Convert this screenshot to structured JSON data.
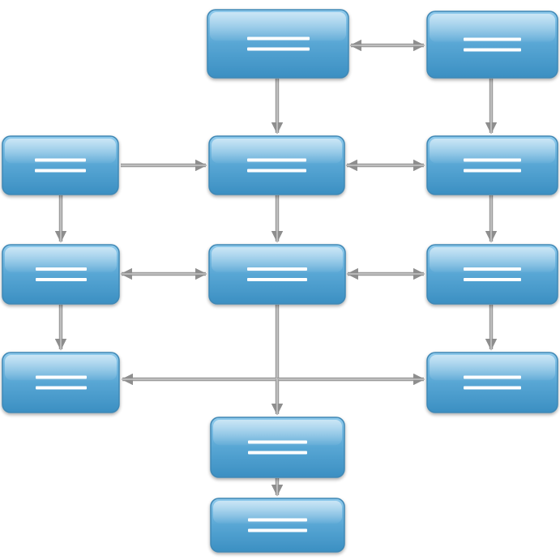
{
  "diagram": {
    "type": "flowchart",
    "colors": {
      "node_top": "#8fcaec",
      "node_mid": "#58a6d4",
      "node_bottom": "#3b8fc2",
      "node_border": "#3f88b5",
      "node_text_lines": "#ffffff",
      "connector": "#9c9c9c",
      "background": "#ffffff"
    },
    "nodes": [
      {
        "id": "n1",
        "placeholder_lines": 2
      },
      {
        "id": "n2",
        "placeholder_lines": 2
      },
      {
        "id": "n3",
        "placeholder_lines": 2
      },
      {
        "id": "n4",
        "placeholder_lines": 2
      },
      {
        "id": "n5",
        "placeholder_lines": 2
      },
      {
        "id": "n6",
        "placeholder_lines": 2
      },
      {
        "id": "n7",
        "placeholder_lines": 2
      },
      {
        "id": "n8",
        "placeholder_lines": 2
      },
      {
        "id": "n9",
        "placeholder_lines": 2
      },
      {
        "id": "n10",
        "placeholder_lines": 2
      },
      {
        "id": "n11",
        "placeholder_lines": 2
      },
      {
        "id": "n12",
        "placeholder_lines": 2
      }
    ],
    "edges": [
      {
        "from": "n1",
        "to": "n2",
        "direction": "both"
      },
      {
        "from": "n1",
        "to": "n4",
        "direction": "forward"
      },
      {
        "from": "n2",
        "to": "n5",
        "direction": "forward"
      },
      {
        "from": "n3",
        "to": "n4",
        "direction": "forward"
      },
      {
        "from": "n4",
        "to": "n5",
        "direction": "both"
      },
      {
        "from": "n3",
        "to": "n6",
        "direction": "forward"
      },
      {
        "from": "n4",
        "to": "n7",
        "direction": "forward"
      },
      {
        "from": "n5",
        "to": "n8",
        "direction": "forward"
      },
      {
        "from": "n6",
        "to": "n7",
        "direction": "both"
      },
      {
        "from": "n7",
        "to": "n8",
        "direction": "both"
      },
      {
        "from": "n6",
        "to": "n9",
        "direction": "forward"
      },
      {
        "from": "n8",
        "to": "n10",
        "direction": "forward"
      },
      {
        "from": "n7",
        "to": "n9",
        "direction": "forward"
      },
      {
        "from": "n7",
        "to": "n10",
        "direction": "forward"
      },
      {
        "from": "n7",
        "to": "n11",
        "direction": "forward"
      },
      {
        "from": "n11",
        "to": "n12",
        "direction": "forward"
      }
    ]
  }
}
